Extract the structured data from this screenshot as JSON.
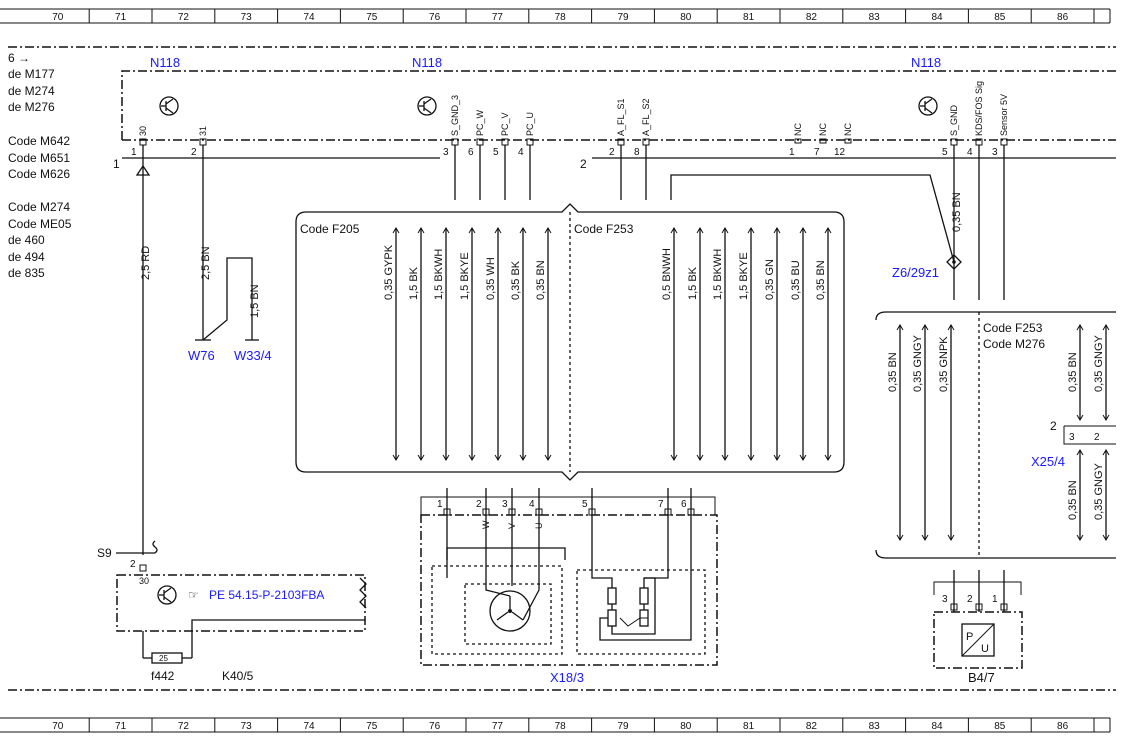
{
  "grid_columns": [
    "70",
    "71",
    "72",
    "73",
    "74",
    "75",
    "76",
    "77",
    "78",
    "79",
    "80",
    "81",
    "82",
    "83",
    "84",
    "85",
    "86"
  ],
  "left_codes": [
    "6 →",
    "de M177",
    "de M274",
    "de M276",
    "Code M642",
    "Code M651",
    "Code M626",
    "Code M274",
    "Code ME05",
    "de 460",
    "de 494",
    "de 835"
  ],
  "n118_labels": [
    "N118",
    "N118",
    "N118"
  ],
  "n118_pins": [
    {
      "name": "30",
      "num": "1"
    },
    {
      "name": "31",
      "num": "2"
    },
    {
      "name": "S_GND_3",
      "num": "3"
    },
    {
      "name": "PC_W",
      "num": "6"
    },
    {
      "name": "PC_V",
      "num": "5"
    },
    {
      "name": "PC_U",
      "num": "4"
    },
    {
      "name": "A_FL_S1",
      "num": "2"
    },
    {
      "name": "A_FL_S2",
      "num": "8"
    },
    {
      "name": "NC",
      "num": "1"
    },
    {
      "name": "NC",
      "num": "7"
    },
    {
      "name": "NC",
      "num": "12"
    },
    {
      "name": "S_GND",
      "num": "5"
    },
    {
      "name": "KDS/FOS Sig",
      "num": "4"
    },
    {
      "name": "Sensor 5V",
      "num": "3"
    }
  ],
  "connector_numbers": [
    "1",
    "2"
  ],
  "wires_left": [
    "2,5 RD",
    "2,5 BN",
    "1,5 BN"
  ],
  "grounds": [
    "W76",
    "W33/4"
  ],
  "code_f205": "Code F205",
  "code_f253": "Code F253",
  "wires_f205": [
    "0,35 GYPK",
    "1,5 BK",
    "1,5 BKWH",
    "1,5 BKYE",
    "0,35 WH",
    "0,35 BK",
    "0,35 BN"
  ],
  "wires_f253": [
    "0,5 BNWH",
    "1,5 BK",
    "1,5 BKWH",
    "1,5 BKYE",
    "0,35 GN",
    "0,35 BU",
    "0,35 BN"
  ],
  "z6_label": "Z6/29z1",
  "z6_wire": "0,35 BN",
  "right_block_codes": [
    "Code F253",
    "Code M276"
  ],
  "right_wires": [
    "0,35 BN",
    "0,35 GNGY",
    "0,35 GNPK",
    "0,35 BN",
    "0,35 GNGY",
    "0,35 BN",
    "0,35 GNGY"
  ],
  "x25": {
    "label": "X25/4",
    "conn": "2",
    "pins": [
      "3",
      "2"
    ]
  },
  "x18": {
    "label": "X18/3",
    "pins": [
      "1",
      "2",
      "3",
      "4",
      "5",
      "7",
      "6"
    ],
    "pin_names": [
      "W",
      "V",
      "U"
    ]
  },
  "b47": {
    "label": "B4/7",
    "pins": [
      "3",
      "2",
      "1"
    ],
    "sym_top": "P",
    "sym_bot": "U"
  },
  "k40": {
    "s9": "S9",
    "pin": "2",
    "pin_name": "30",
    "ref": "PE 54.15-P-2103FBA",
    "fuse": "25",
    "f442": "f442",
    "label": "K40/5"
  }
}
